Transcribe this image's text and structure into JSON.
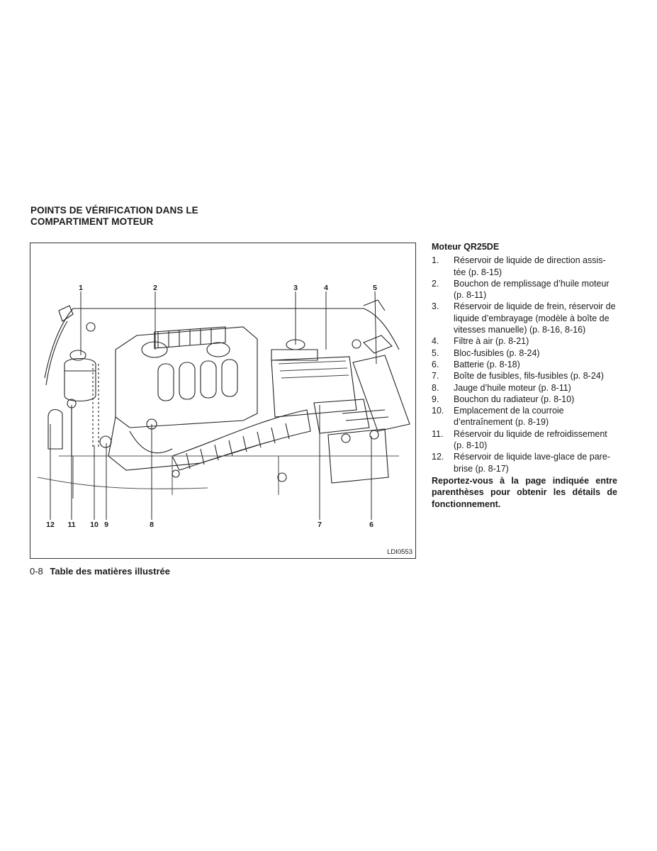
{
  "section": {
    "title_lines": [
      "POINTS DE VÉRIFICATION DANS LE",
      "COMPARTIMENT MOTEUR"
    ]
  },
  "figure": {
    "code": "LDI0553",
    "callouts_top": [
      "1",
      "2",
      "3",
      "4",
      "5"
    ],
    "callouts_bottom": [
      "12",
      "11",
      "10",
      "9",
      "8",
      "7",
      "6"
    ]
  },
  "legend": {
    "heading": "Moteur QR25DE",
    "items": [
      {
        "num": "1.",
        "text": "Réservoir de liquide de direction assis-tée (p. 8-15)"
      },
      {
        "num": "2.",
        "text": "Bouchon de remplissage d’huile moteur (p. 8-11)"
      },
      {
        "num": "3.",
        "text": "Réservoir de liquide de frein, réservoir de liquide d’embrayage (modèle à boîte de vitesses manuelle) (p. 8-16, 8-16)"
      },
      {
        "num": "4.",
        "text": "Filtre à air (p. 8-21)"
      },
      {
        "num": "5.",
        "text": "Bloc-fusibles (p. 8-24)"
      },
      {
        "num": "6.",
        "text": "Batterie (p. 8-18)"
      },
      {
        "num": "7.",
        "text": "Boîte de fusibles, fils-fusibles (p. 8-24)"
      },
      {
        "num": "8.",
        "text": "Jauge d’huile moteur (p. 8-11)"
      },
      {
        "num": "9.",
        "text": "Bouchon du radiateur (p. 8-10)"
      },
      {
        "num": "10.",
        "text": "Emplacement de la courroie d’entraînement (p. 8-19)"
      },
      {
        "num": "11.",
        "text": "Réservoir du liquide de refroidissement (p. 8-10)"
      },
      {
        "num": "12.",
        "text": "Réservoir de liquide lave-glace de pare-brise (p. 8-17)"
      }
    ],
    "note": "Reportez-vous à la page indiquée entre parenthèses pour obtenir les détails de fonctionnement."
  },
  "footer": {
    "page_number": "0-8",
    "section_name": "Table des matières illustrée"
  }
}
